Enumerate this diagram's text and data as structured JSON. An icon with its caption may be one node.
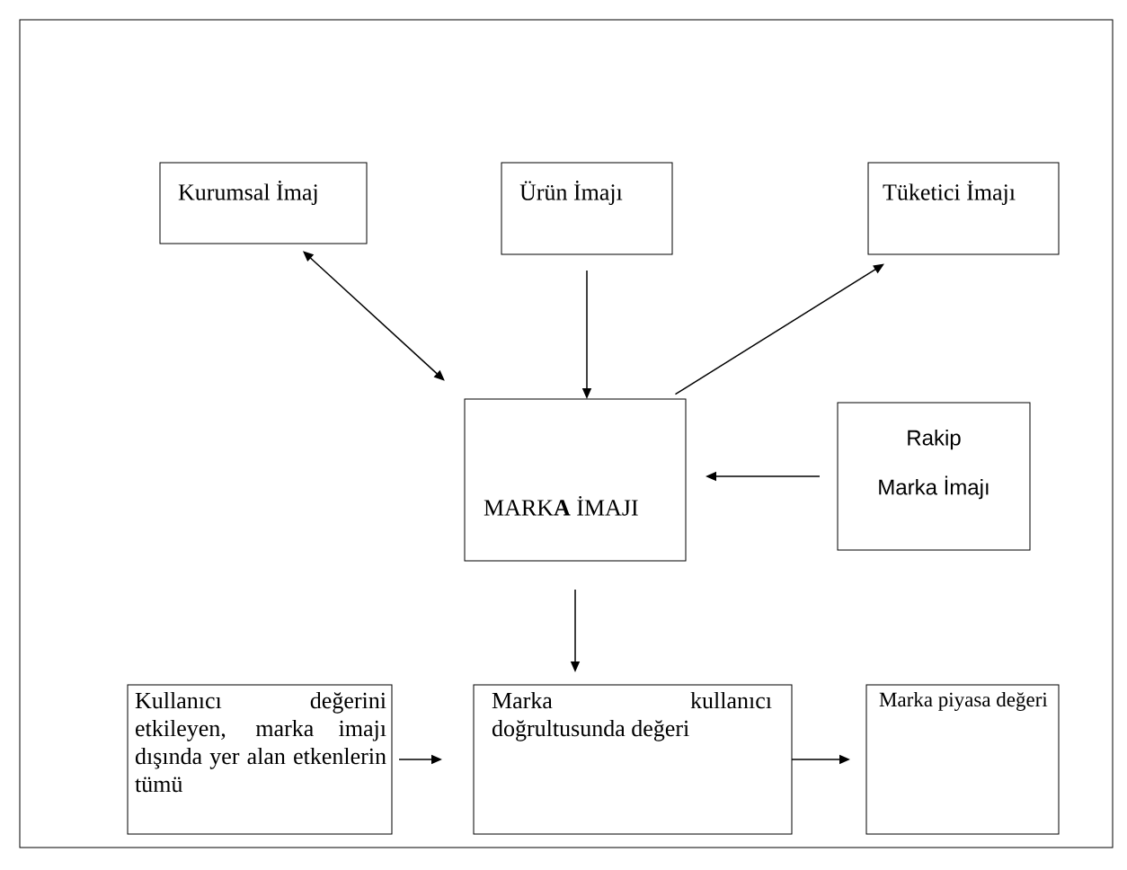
{
  "diagram": {
    "nodes": [
      {
        "text": [
          "Kurumsal İmaj"
        ]
      },
      {
        "text": [
          "Ürün İmajı"
        ]
      },
      {
        "text": [
          "Tüketici İmajı"
        ]
      },
      {
        "text": [
          "MARK**A** İMAJI"
        ]
      },
      {
        "text": [
          "Rakip",
          "Marka İmajı"
        ]
      },
      {
        "text": [
          "Kullanıcı değerini etkileyen, marka imajı dışında yer alan etkenlerin tümü"
        ]
      },
      {
        "text": [
          "Marka kullanıcı doğrultusunda değeri"
        ]
      },
      {
        "text": [
          "Marka piyasa değeri"
        ]
      }
    ],
    "edges": [
      {
        "from": 0,
        "to": 3,
        "arrow": "both"
      },
      {
        "from": 1,
        "to": 3,
        "arrow": "to"
      },
      {
        "from": 3,
        "to": 2,
        "arrow": "to"
      },
      {
        "from": 4,
        "to": 3,
        "arrow": "to"
      },
      {
        "from": 3,
        "to": 6,
        "arrow": "to"
      },
      {
        "from": 5,
        "to": 6,
        "arrow": "to"
      },
      {
        "from": 6,
        "to": 7,
        "arrow": "to"
      }
    ]
  }
}
